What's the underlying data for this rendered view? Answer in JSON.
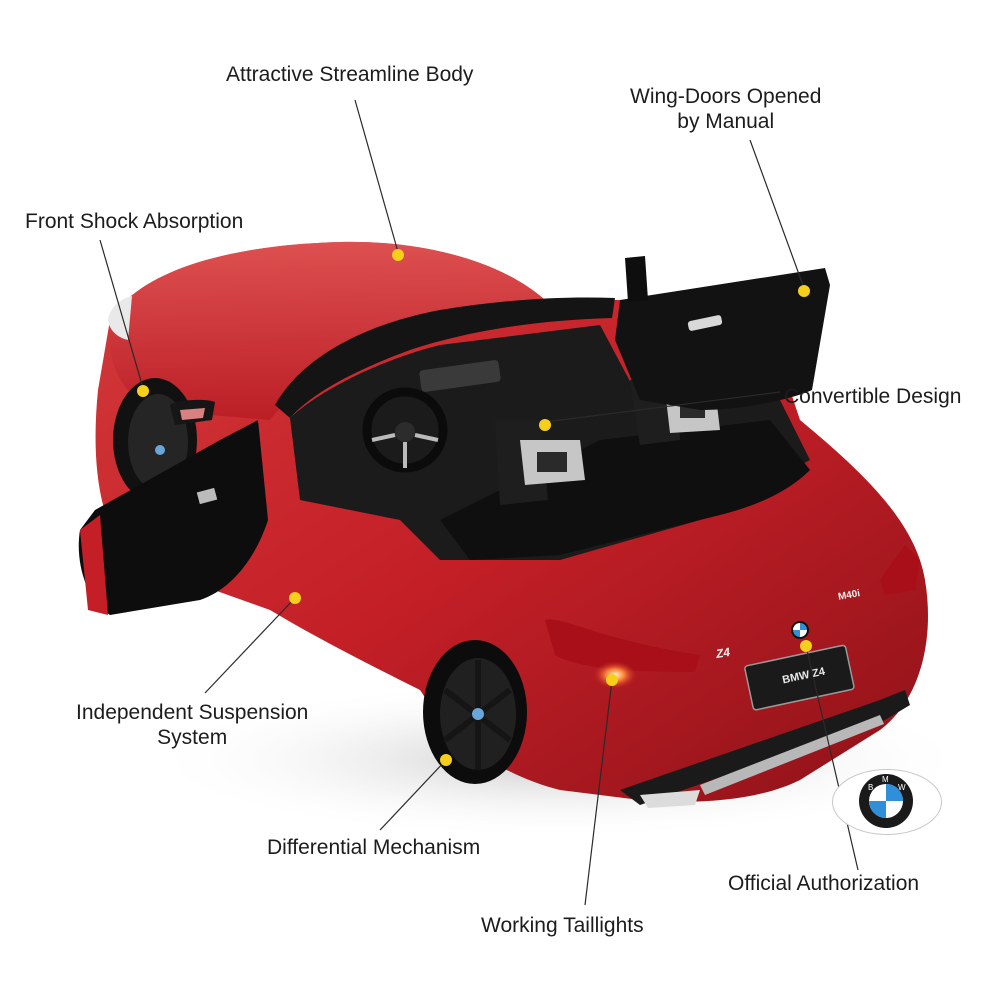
{
  "product": {
    "subject": "Red BMW Z4 ride-on / RC toy car, rear three-quarter view, doors open",
    "body_color": "#c8202a",
    "trim_color": "#151515",
    "callout_dot_color": "#f5cf1a",
    "license_plate_text": "BMW Z4",
    "rear_badge_left": "Z4",
    "rear_badge_right": "M40i"
  },
  "callouts": [
    {
      "id": "body",
      "label_lines": [
        "Attractive Streamline Body"
      ]
    },
    {
      "id": "wing-doors",
      "label_lines": [
        "Wing-Doors Opened",
        "by Manual"
      ]
    },
    {
      "id": "front-shock",
      "label_lines": [
        "Front Shock Absorption"
      ]
    },
    {
      "id": "convertible",
      "label_lines": [
        "Convertible Design"
      ]
    },
    {
      "id": "suspension",
      "label_lines": [
        "Independent Suspension",
        "System"
      ]
    },
    {
      "id": "differential",
      "label_lines": [
        "Differential Mechanism"
      ]
    },
    {
      "id": "taillights",
      "label_lines": [
        "Working Taillights"
      ]
    },
    {
      "id": "authorization",
      "label_lines": [
        "Official Authorization"
      ]
    }
  ],
  "brand_logo": {
    "letters": [
      "B",
      "M",
      "W"
    ],
    "quadrant_blue": "#2f8fd8",
    "quadrant_white": "#ffffff",
    "ring_color": "#1a1a1a"
  }
}
